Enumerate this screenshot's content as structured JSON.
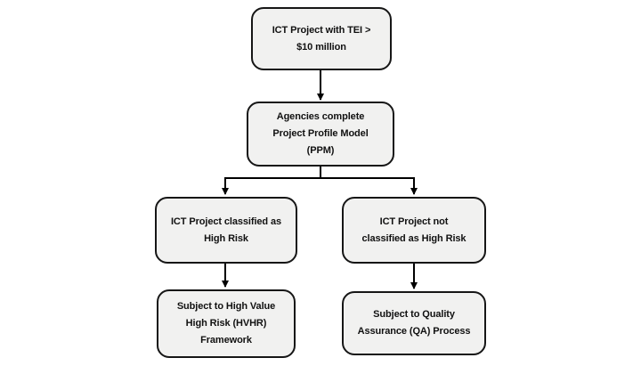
{
  "colors": {
    "background": "#ffffff",
    "node_fill": "#f1f1f0",
    "node_border": "#161616",
    "arrow": "#000000",
    "text": "#111111"
  },
  "nodes": {
    "tei_threshold": {
      "text": "ICT Project with TEI >\n$10 million"
    },
    "ppm": {
      "text": "Agencies complete\nProject Profile Model\n(PPM)"
    },
    "high_risk": {
      "text": "ICT Project classified as\nHigh Risk"
    },
    "not_high_risk": {
      "text": "ICT Project not\nclassified as High Risk"
    },
    "hvhr": {
      "text": "Subject to High Value\nHigh Risk (HVHR)\nFramework"
    },
    "qa": {
      "text": "Subject to Quality\nAssurance (QA) Process"
    }
  }
}
